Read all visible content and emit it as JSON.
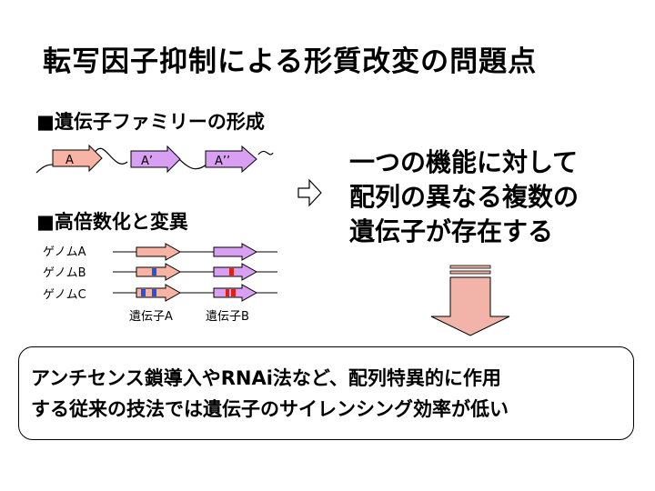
{
  "title": "転写因子抑制による形質改変の問題点",
  "section1": {
    "heading": "■遺伝子ファミリーの形成",
    "genes": [
      "A",
      "A’",
      "A’’"
    ],
    "colors": [
      "#f7b4a4",
      "#d99ff3",
      "#d99ff3"
    ]
  },
  "section2": {
    "heading": "■高倍数化と変異",
    "genomes": [
      "ゲノムA",
      "ゲノムB",
      "ゲノムC"
    ],
    "gene_labels": [
      "遺伝子A",
      "遺伝子B"
    ]
  },
  "right_text": [
    "一つの機能に対して",
    "配列の異なる複数の",
    "遺伝子が存在する"
  ],
  "bottom_text": [
    "アンチセンス鎖導入やRNAi法など、配列特異的に作用",
    "する従来の技法では遺伝子のサイレンシング効率が低い"
  ],
  "colors": {
    "gene_a": "#f7b4a4",
    "gene_b": "#d99ff3",
    "mutation_blue": "#2255dd",
    "mutation_red": "#dd2211",
    "arrow_fill": "#f2b3a8"
  }
}
